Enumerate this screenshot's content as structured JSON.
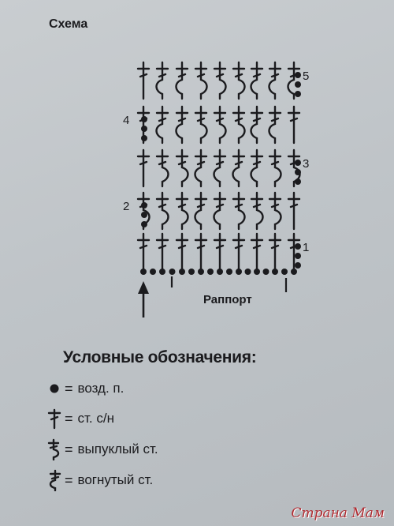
{
  "title": "Схема",
  "rows": [
    {
      "number": "1",
      "side": "right",
      "stitches": [
        "dc",
        "dc",
        "dc",
        "dc",
        "dc",
        "dc",
        "dc",
        "dc",
        "dc"
      ]
    },
    {
      "number": "2",
      "side": "left",
      "stitches": [
        "fp",
        "fp",
        "fp",
        "bp",
        "bp",
        "fp",
        "fp",
        "fp",
        "dc"
      ]
    },
    {
      "number": "3",
      "side": "right",
      "stitches": [
        "dc",
        "fp",
        "fp",
        "bp",
        "bp",
        "bp",
        "bp",
        "fp",
        "fp"
      ]
    },
    {
      "number": "4",
      "side": "left",
      "stitches": [
        "dc",
        "bp",
        "bp",
        "fp",
        "fp",
        "fp",
        "bp",
        "bp",
        "dc"
      ]
    },
    {
      "number": "5",
      "side": "right",
      "stitches": [
        "dc",
        "bp",
        "bp",
        "fp",
        "fp",
        "fp",
        "bp",
        "bp",
        "bp"
      ]
    }
  ],
  "repeat_label": "Раппорт",
  "legend": {
    "title": "Условные обозначения:",
    "equals": "=",
    "items": [
      {
        "icon": "chain-dot-icon",
        "text": "возд. п."
      },
      {
        "icon": "double-crochet-icon",
        "text": "ст. с/н"
      },
      {
        "icon": "front-post-stitch-icon",
        "text": "выпуклый ст."
      },
      {
        "icon": "back-post-stitch-icon",
        "text": "вогнутый ст."
      }
    ]
  },
  "watermark": "Страна Мам",
  "colors": {
    "ink": "#1b1b1e",
    "paper": "#c4c8cb",
    "watermark": "#b0292f"
  }
}
